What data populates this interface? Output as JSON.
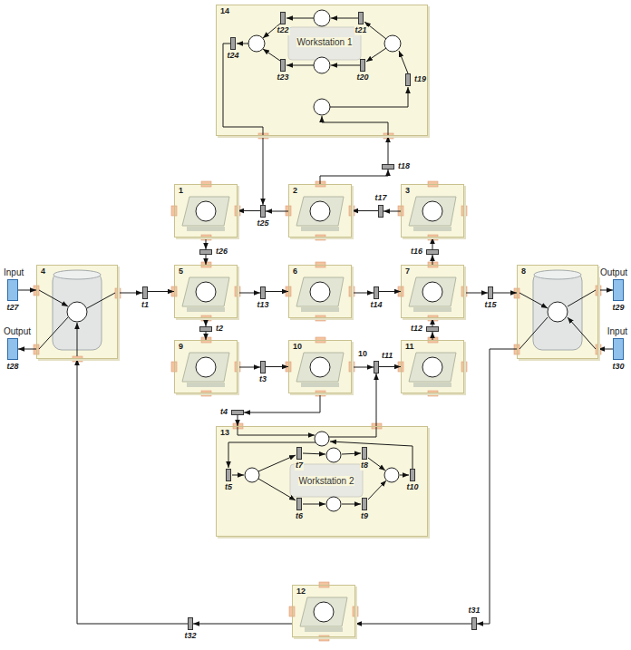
{
  "diagram": {
    "nodes": [
      {
        "text": [
          "14",
          "Workstation 1"
        ]
      },
      {
        "text": [
          "t22"
        ],
        "in": 0
      },
      {
        "text": [
          "t21"
        ],
        "in": 0
      },
      {
        "text": [
          "t24"
        ],
        "in": 0
      },
      {
        "text": [
          "t19"
        ],
        "in": 0
      },
      {
        "text": [
          "t23"
        ],
        "in": 0
      },
      {
        "text": [
          "t20"
        ],
        "in": 0
      },
      {
        "text": [
          "t18"
        ]
      },
      {
        "text": [
          "1"
        ]
      },
      {
        "text": [
          "t25"
        ]
      },
      {
        "text": [
          "2"
        ]
      },
      {
        "text": [
          "t17"
        ]
      },
      {
        "text": [
          "3"
        ]
      },
      {
        "text": [
          "t26"
        ]
      },
      {
        "text": [
          "t16"
        ]
      },
      {
        "text": [
          "Input",
          "t27"
        ]
      },
      {
        "text": [
          "4"
        ]
      },
      {
        "text": [
          "t1"
        ]
      },
      {
        "text": [
          "5"
        ]
      },
      {
        "text": [
          "t13"
        ]
      },
      {
        "text": [
          "6"
        ]
      },
      {
        "text": [
          "t14"
        ]
      },
      {
        "text": [
          "7"
        ]
      },
      {
        "text": [
          "t15"
        ]
      },
      {
        "text": [
          "8"
        ]
      },
      {
        "text": [
          "Output",
          "t29"
        ]
      },
      {
        "text": [
          "Output",
          "t28"
        ]
      },
      {
        "text": [
          "Input",
          "t30"
        ]
      },
      {
        "text": [
          "t2"
        ]
      },
      {
        "text": [
          "t12"
        ]
      },
      {
        "text": [
          "9"
        ]
      },
      {
        "text": [
          "t3"
        ]
      },
      {
        "text": [
          "10"
        ]
      },
      {
        "text": [
          "t11"
        ]
      },
      {
        "text": [
          "11"
        ]
      },
      {
        "text": [
          "t4"
        ]
      },
      {
        "text": [
          "13",
          "Workstation 2"
        ]
      },
      {
        "text": [
          "t7"
        ],
        "in": 36
      },
      {
        "text": [
          "t8"
        ],
        "in": 36
      },
      {
        "text": [
          "t5"
        ],
        "in": 36
      },
      {
        "text": [
          "t10"
        ],
        "in": 36
      },
      {
        "text": [
          "t6"
        ],
        "in": 36
      },
      {
        "text": [
          "t9"
        ],
        "in": 36
      },
      {
        "text": [
          "12"
        ]
      },
      {
        "text": [
          "t32"
        ]
      },
      {
        "text": [
          "t31"
        ]
      }
    ],
    "edges": [
      {
        "from": 16,
        "to": 17,
        "arrow": "to"
      },
      {
        "from": 17,
        "to": 18,
        "arrow": "to"
      },
      {
        "from": 18,
        "to": 19,
        "arrow": "to"
      },
      {
        "from": 19,
        "to": 20,
        "arrow": "to"
      },
      {
        "from": 20,
        "to": 21,
        "arrow": "to"
      },
      {
        "from": 21,
        "to": 22,
        "arrow": "to"
      },
      {
        "from": 22,
        "to": 23,
        "arrow": "to"
      },
      {
        "from": 23,
        "to": 24,
        "arrow": "to"
      },
      {
        "from": 18,
        "to": 28,
        "arrow": "to"
      },
      {
        "from": 28,
        "to": 30,
        "arrow": "to"
      },
      {
        "from": 30,
        "to": 31,
        "arrow": "to"
      },
      {
        "from": 31,
        "to": 32,
        "arrow": "to"
      },
      {
        "from": 32,
        "to": 33,
        "arrow": "to"
      },
      {
        "from": 33,
        "to": 34,
        "arrow": "to"
      },
      {
        "from": 34,
        "to": 29,
        "arrow": "to"
      },
      {
        "from": 29,
        "to": 22,
        "arrow": "to"
      },
      {
        "from": 22,
        "to": 14,
        "arrow": "to"
      },
      {
        "from": 14,
        "to": 12,
        "arrow": "to"
      },
      {
        "from": 12,
        "to": 11,
        "arrow": "to"
      },
      {
        "from": 11,
        "to": 10,
        "arrow": "to"
      },
      {
        "from": 10,
        "to": 9,
        "arrow": "to"
      },
      {
        "from": 9,
        "to": 8,
        "arrow": "to"
      },
      {
        "from": 8,
        "to": 13,
        "arrow": "to"
      },
      {
        "from": 13,
        "to": 18,
        "arrow": "to"
      },
      {
        "from": 10,
        "to": 7,
        "arrow": "to"
      },
      {
        "from": 7,
        "to": 0,
        "arrow": "to"
      },
      {
        "from": 0,
        "to": 9,
        "arrow": "to"
      },
      {
        "from": 32,
        "to": 35,
        "arrow": "to"
      },
      {
        "from": 35,
        "to": 36,
        "arrow": "to"
      },
      {
        "from": 36,
        "to": 33,
        "arrow": "to"
      },
      {
        "from": 24,
        "to": 45,
        "arrow": "to"
      },
      {
        "from": 45,
        "to": 43,
        "arrow": "to"
      },
      {
        "from": 43,
        "to": 44,
        "arrow": "to"
      },
      {
        "from": 44,
        "to": 16,
        "arrow": "to"
      },
      {
        "from": 15,
        "to": 16,
        "arrow": "to"
      },
      {
        "from": 16,
        "to": 26,
        "arrow": "to"
      },
      {
        "from": 24,
        "to": 25,
        "arrow": "to"
      },
      {
        "from": 27,
        "to": 24,
        "arrow": "to"
      }
    ],
    "labels": [
      "10"
    ]
  }
}
